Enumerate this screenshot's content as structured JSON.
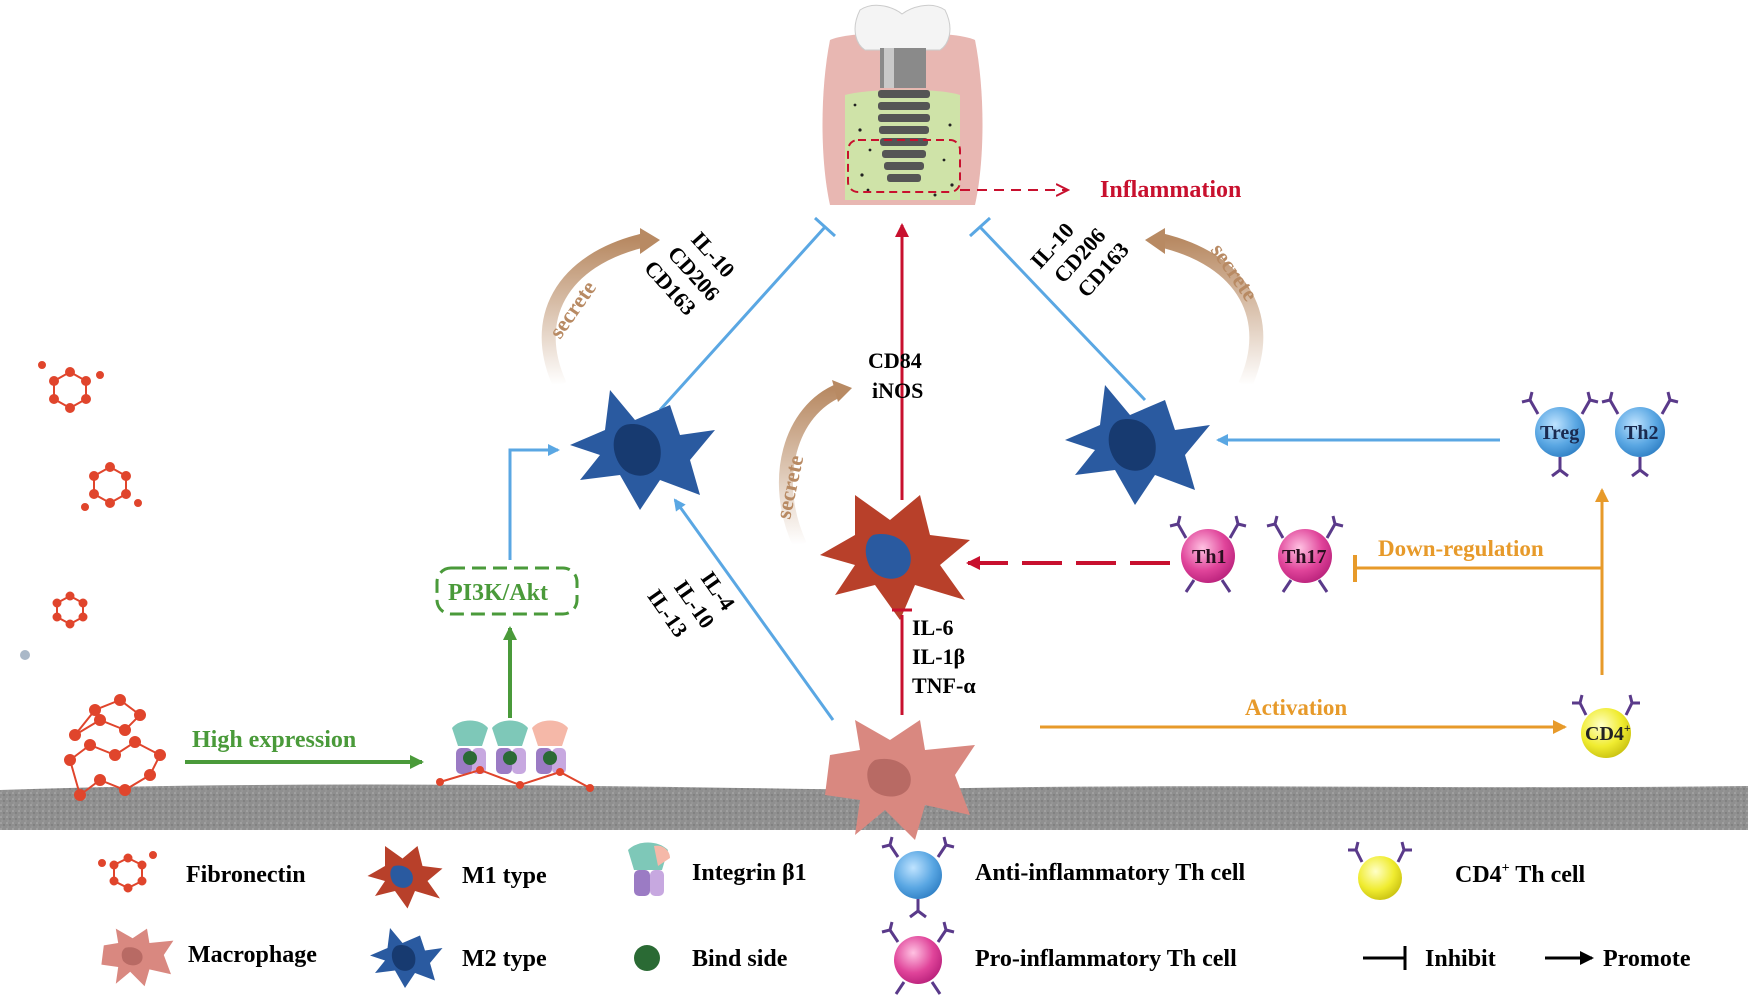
{
  "top": {
    "inflammation_label": "Inflammation"
  },
  "left_branch": {
    "secrete_label": "secrete",
    "markers": [
      "IL-10",
      "CD206",
      "CD163"
    ],
    "pathway_label": "PI3K/Akt",
    "high_expression_label": "High expression",
    "cytokines_m2": [
      "IL-4",
      "IL-10",
      "IL-13"
    ]
  },
  "center_branch": {
    "secrete_label": "secrete",
    "markers": [
      "CD84",
      "iNOS"
    ],
    "cytokines_m1": [
      "IL-6",
      "IL-1β",
      "TNF-α"
    ]
  },
  "right_branch": {
    "secrete_label": "secrete",
    "markers": [
      "IL-10",
      "CD206",
      "CD163"
    ],
    "treg_label": "Treg",
    "th2_label": "Th2",
    "th1_label": "Th1",
    "th17_label": "Th17",
    "cd4_label": "CD4",
    "cd4_sup": "+",
    "down_regulation_label": "Down-regulation",
    "activation_label": "Activation"
  },
  "legend": {
    "fibronectin": "Fibronectin",
    "m1_type": "M1 type",
    "integrin": "Integrin β1",
    "anti_th": "Anti-inflammatory Th cell",
    "cd4_th_prefix": "CD4",
    "cd4_th_sup": "+",
    "cd4_th_suffix": " Th cell",
    "macrophage": "Macrophage",
    "m2_type": "M2 type",
    "bind_side": "Bind side",
    "pro_th": "Pro-inflammatory Th cell",
    "inhibit": "Inhibit",
    "promote": "Promote"
  },
  "colors": {
    "red": "#c8102e",
    "blue": "#5aa7e3",
    "green": "#4a9a3a",
    "orange": "#e79a2a",
    "brown": "#b88a63",
    "m2_fill": "#2a5aa0",
    "m1_fill": "#b8402a",
    "macrophage_fill": "#d98880"
  }
}
